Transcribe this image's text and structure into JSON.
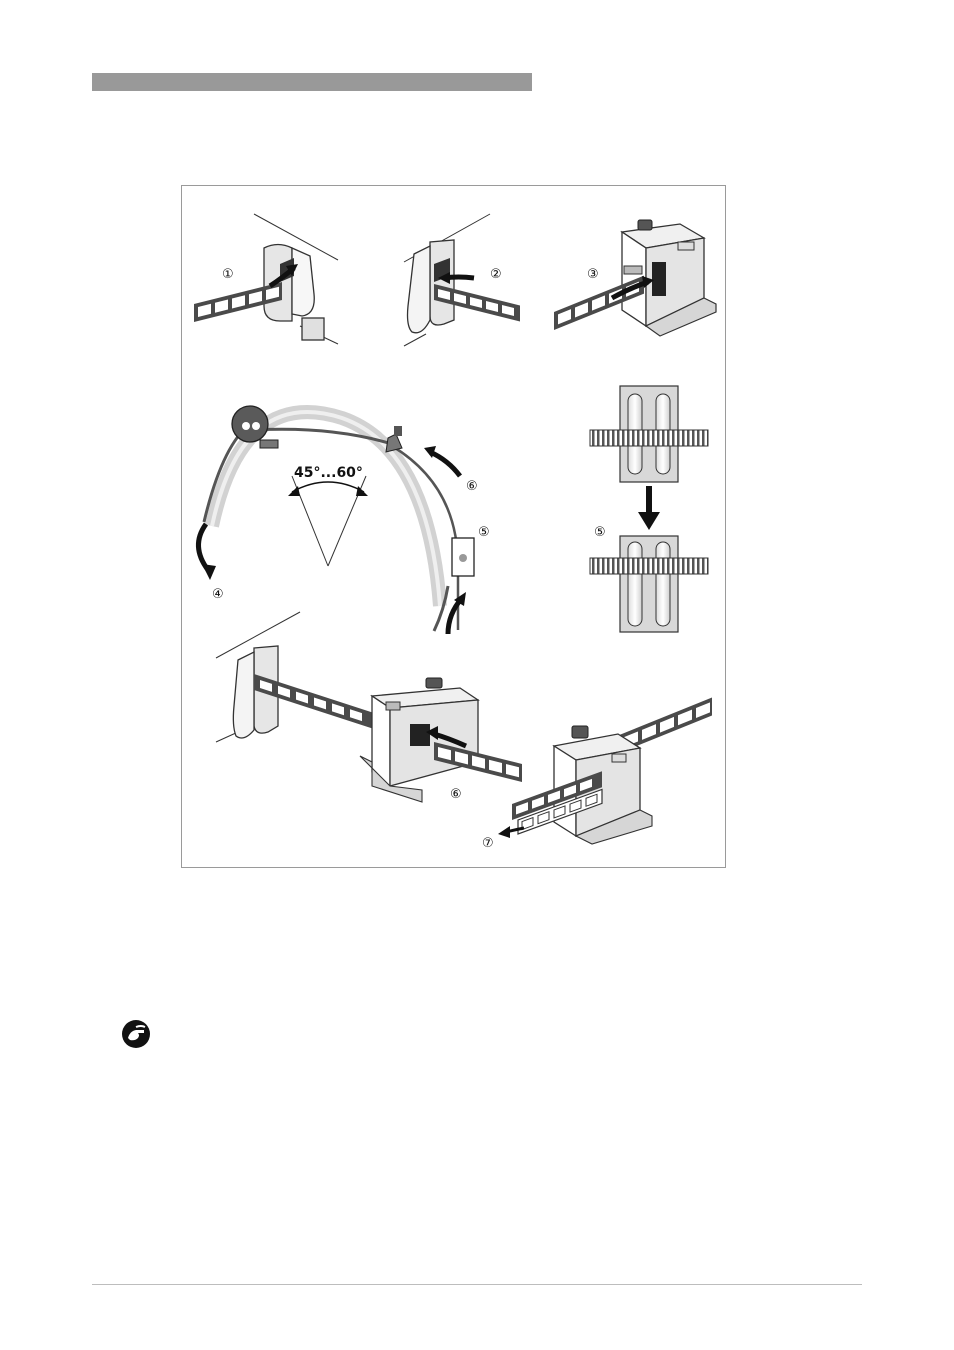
{
  "figure": {
    "step_labels": {
      "s1": "①",
      "s2": "②",
      "s3": "③",
      "s4": "④",
      "s5a": "⑤",
      "s5b": "⑤",
      "s6a": "⑥",
      "s6b": "⑥",
      "s7": "⑦"
    },
    "angle_label": "45°...60°"
  },
  "icons": {
    "hint": "hand-hint-icon"
  }
}
